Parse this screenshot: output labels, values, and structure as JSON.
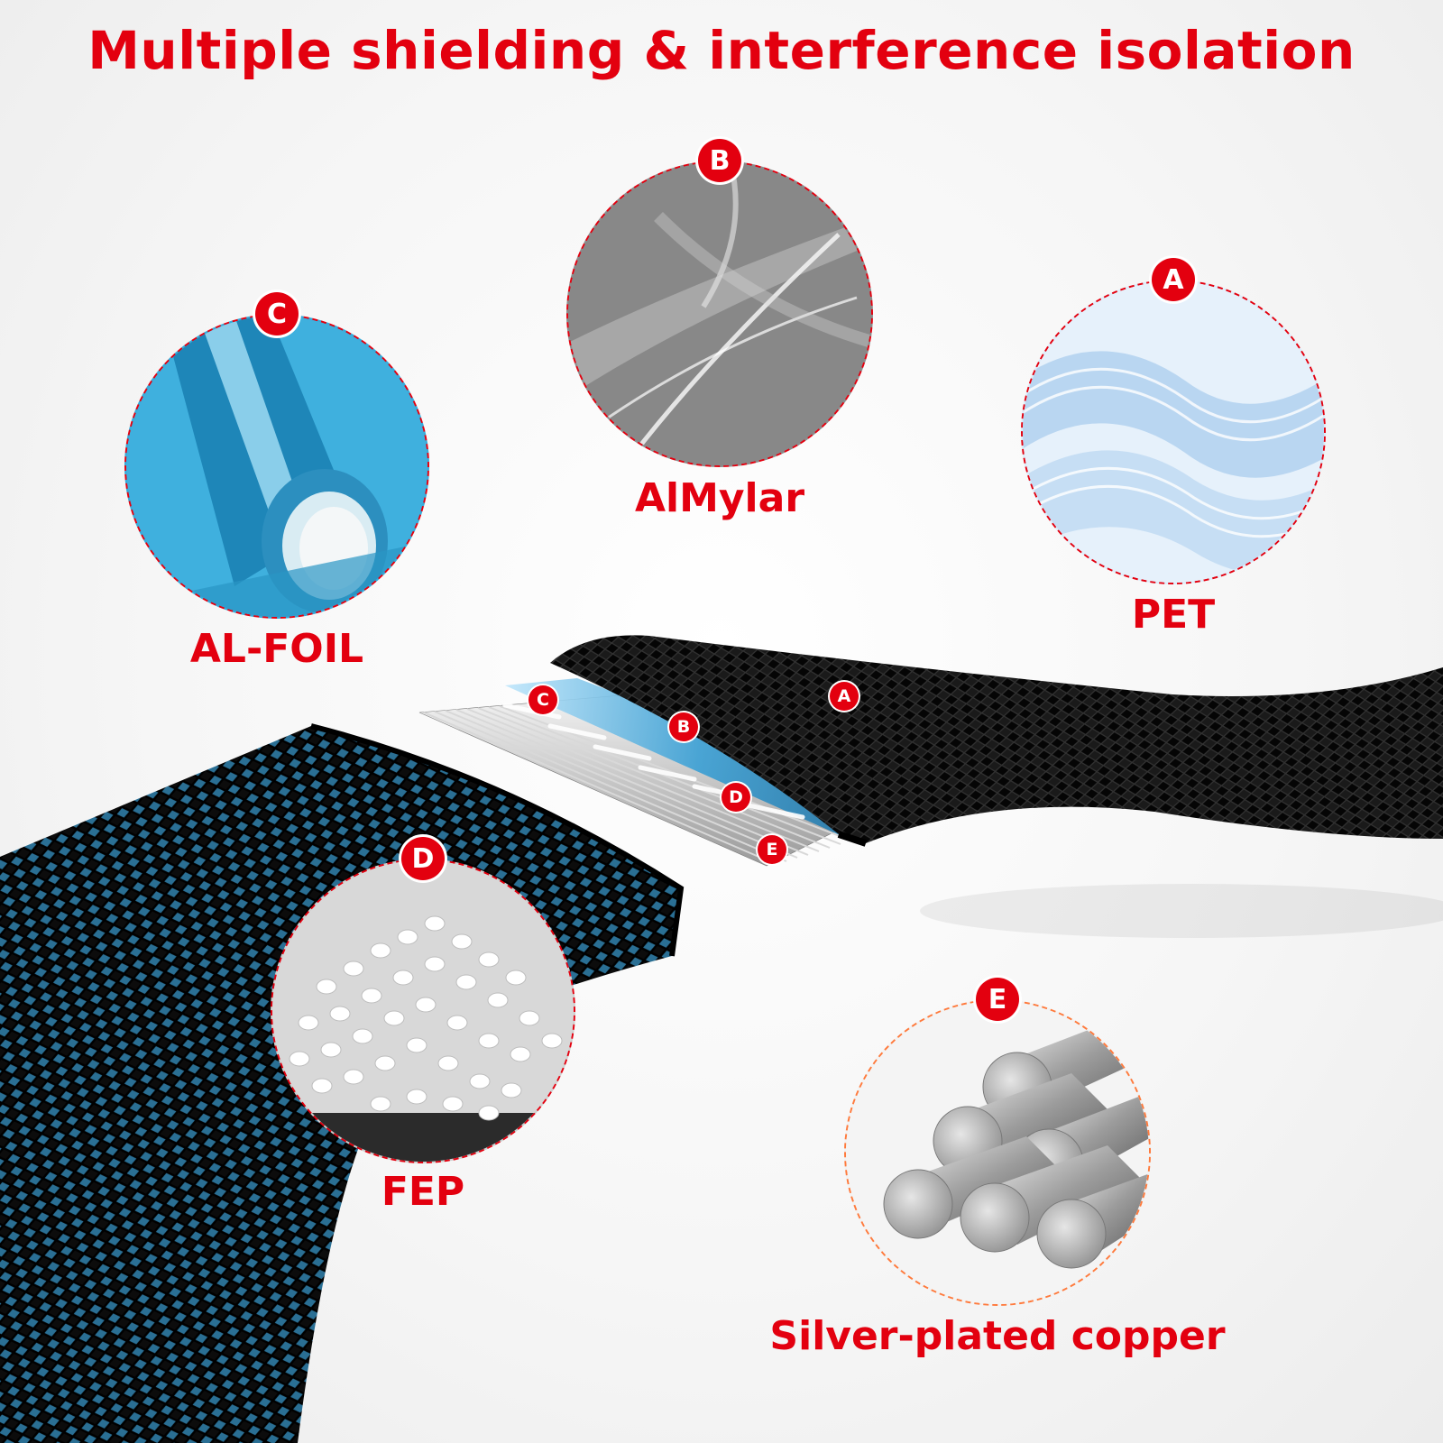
{
  "title": "Multiple shielding & interference isolation",
  "layers": [
    {
      "badge": "A",
      "name": "PET"
    },
    {
      "badge": "B",
      "name": "AlMylar"
    },
    {
      "badge": "C",
      "name": "AL-FOIL"
    },
    {
      "badge": "D",
      "name": "FEP"
    },
    {
      "badge": "E",
      "name": "Silver-plated copper"
    }
  ],
  "cable_markers": [
    "C",
    "A",
    "B",
    "D",
    "E"
  ],
  "colors": {
    "accent": "#e3000f",
    "dashed_orange": "#ff7a3c",
    "braid": "#141414",
    "inner_blue": "#3a9fd4"
  },
  "icons": {
    "pet": "pet-braid-illustration",
    "almylar": "transparent-film-illustration",
    "alfoil": "foil-roll-illustration",
    "fep": "pellets-illustration",
    "copper": "metal-rods-illustration"
  }
}
